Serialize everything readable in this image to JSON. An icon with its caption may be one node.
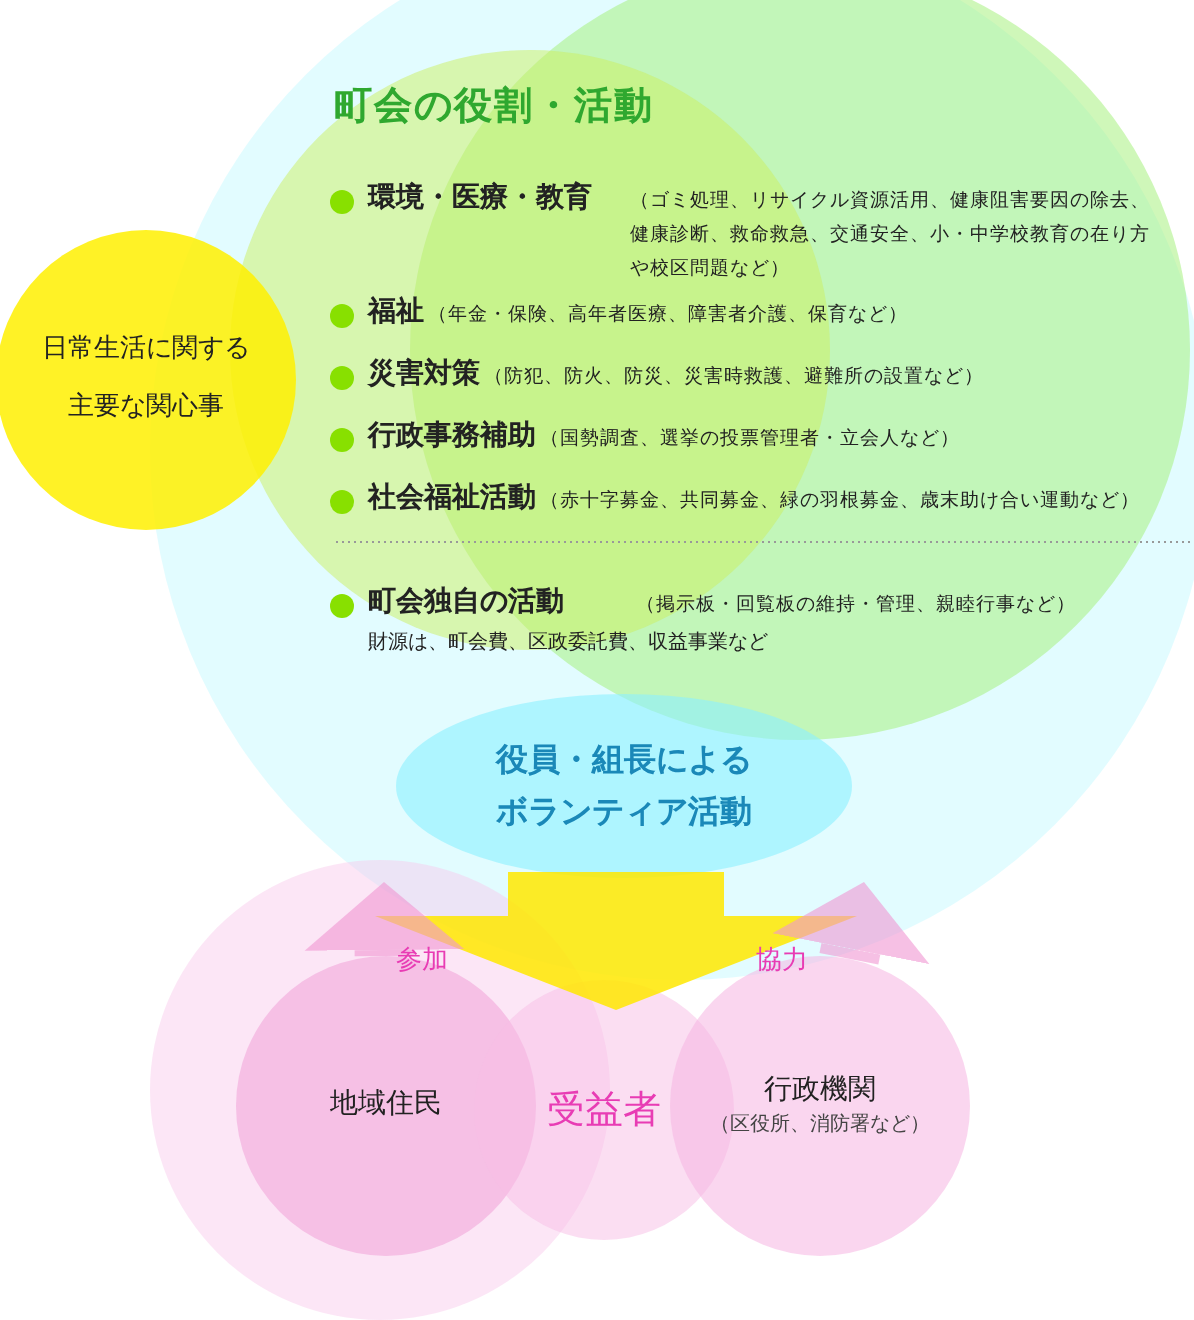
{
  "diagram": {
    "title": "町会の役割・活動",
    "nodes": [
      {
        "text": [
          "日常生活に関する主要な関心事"
        ]
      },
      {
        "text": [
          "役員・組長によるボランティア活動"
        ]
      },
      {
        "text": [
          "地域住民"
        ]
      },
      {
        "text": [
          "受益者"
        ]
      },
      {
        "text": [
          "行政機関",
          "（区役所、消防署など）"
        ]
      }
    ],
    "edges": [
      {
        "from": 1,
        "to": 3,
        "arrow": "to",
        "style": "thick",
        "color": "#ffe800"
      },
      {
        "from": 2,
        "to": 1,
        "arrow": "to",
        "label": "参加"
      },
      {
        "from": 4,
        "to": 1,
        "arrow": "to",
        "label": "協力"
      }
    ],
    "labels": [
      "環境・医療・教育",
      "（ゴミ処理、リサイクル資源活用、健康阻害要因の除去、健康診断、救命救急、交通安全、小・中学校教育の在り方や校区問題など）",
      "福祉",
      "（年金・保険、高年者医療、障害者介護、保育など）",
      "災害対策",
      "（防犯、防火、防災、災害時救護、避難所の設置など）",
      "行政事務補助",
      "（国勢調査、選挙の投票管理者・立会人など）",
      "社会福祉活動",
      "（赤十字募金、共同募金、緑の羽根募金、歳末助け合い運動など）",
      "町会独自の活動",
      "（掲示板・回覧板の維持・管理、親睦行事など）",
      "財源は、町会費、区政委託費、収益事業など"
    ]
  }
}
